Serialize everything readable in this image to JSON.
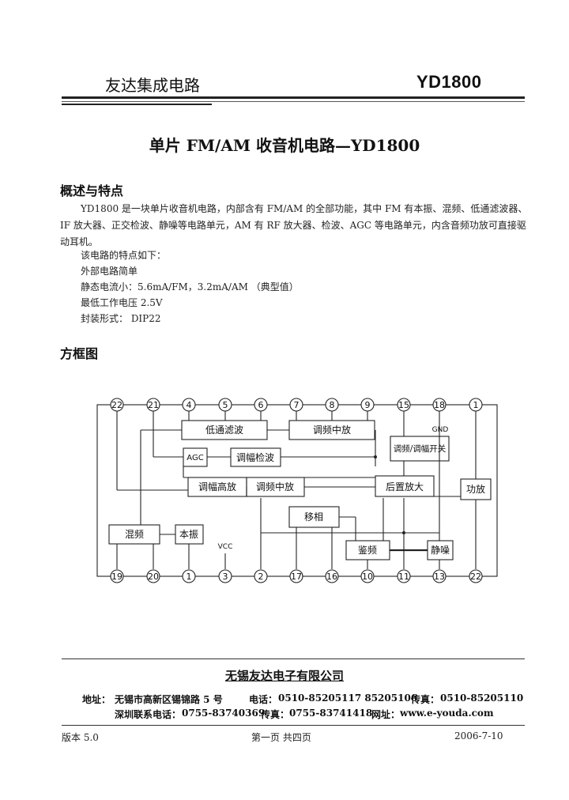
{
  "header": {
    "company": "友达集成电路",
    "model": "YD1800"
  },
  "title": "单片 FM/AM 收音机电路—YD1800",
  "overview": {
    "heading": "概述与特点",
    "paragraph": "YD1800 是一块单片收音机电路，内部含有 FM/AM 的全部功能，其中 FM 有本振、混频、低通滤波器、IF 放大器、正交检波、静噪等电路单元，AM 有 RF 放大器、检波、AGC 等电路单元，内含音频功放可直接驱动耳机。",
    "features": [
      "该电路的特点如下：",
      "外部电路简单",
      "静态电流小：5.6mA/FM，3.2mA/AM （典型值）",
      "最低工作电压 2.5V",
      "封装形式：   DIP22"
    ]
  },
  "block_diagram": {
    "heading": "方框图",
    "top_pins": [
      "22",
      "21",
      "4",
      "5",
      "6",
      "7",
      "8",
      "9",
      "15",
      "18",
      "1"
    ],
    "bottom_pins": [
      "19",
      "20",
      "1",
      "3",
      "2",
      "17",
      "16",
      "10",
      "11",
      "13",
      "22"
    ],
    "vcc_label": "VCC",
    "gnd_label": "GND",
    "blocks": {
      "lowpass": "低通滤波",
      "fm_if": "调频中放",
      "switch": "调频/调幅开关",
      "agc": "AGC",
      "am_detect": "调幅检波",
      "am_rf": "调幅高放",
      "fm_if2": "调频中放",
      "preamp": "后置放大",
      "power_amp": "功放",
      "phase": "移相",
      "mixer": "混频",
      "osc": "本振",
      "discriminator": "鉴频",
      "mute": "静噪"
    }
  },
  "footer": {
    "company": "无锡友达电子有限公司",
    "address_line1_label": "地址：",
    "address": "无锡市高新区锡锦路 5 号",
    "phone_label": "电话：",
    "phone": "0510-85205117   85205106",
    "fax_label": "传真：",
    "fax": "0510-85205110",
    "sz_phone_label": "深圳联系电话：",
    "sz_phone": "0755-83740369",
    "sz_fax_label": "传真：",
    "sz_fax": "0755-83741418",
    "web_label": "网址：",
    "web": "www.e-youda.com",
    "version": "版本   5.0",
    "page": "第一页    共四页",
    "date": "2006-7-10"
  }
}
